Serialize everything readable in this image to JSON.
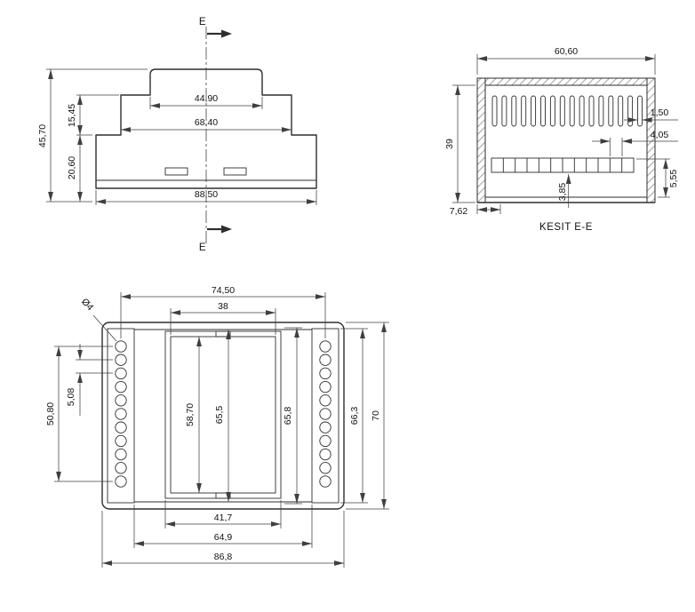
{
  "colors": {
    "ink": "#2e2e2e",
    "background": "#ffffff"
  },
  "front_view": {
    "section_mark_top": "E",
    "section_mark_bottom": "E",
    "dim_top_width": "44,90",
    "dim_mid_width": "68,40",
    "dim_base_width": "88,50",
    "dim_total_height": "45,70",
    "dim_upper_step_height": "15,45",
    "dim_lower_step_height": "20,60"
  },
  "section_view": {
    "title": "KESIT E-E",
    "dim_top_width": "60,60",
    "dim_height": "39",
    "dim_vent_slot_width": "1,50",
    "dim_terminal_pitch": "4,05",
    "dim_terminal_width": "3,85",
    "dim_terminal_height": "5,55",
    "dim_side_offset": "7,62",
    "vent_slot_count": 16,
    "terminal_count": 12
  },
  "plan_view": {
    "dim_hole_column_span": "74,50",
    "dim_window_inner_width": "38",
    "hole_diameter_label": "Ø4",
    "dim_hole_span": "50,80",
    "dim_hole_pitch": "5,08",
    "dim_window_inner_height": "58,70",
    "dim_body_inner_height_a": "65,5",
    "dim_body_inner_height_b": "65,8",
    "dim_rail_length": "66,3",
    "dim_total_height": "70",
    "dim_window_width": "41,7",
    "dim_rail_spacing": "64,9",
    "dim_total_width": "86,8",
    "hole_count_per_side": 11
  }
}
